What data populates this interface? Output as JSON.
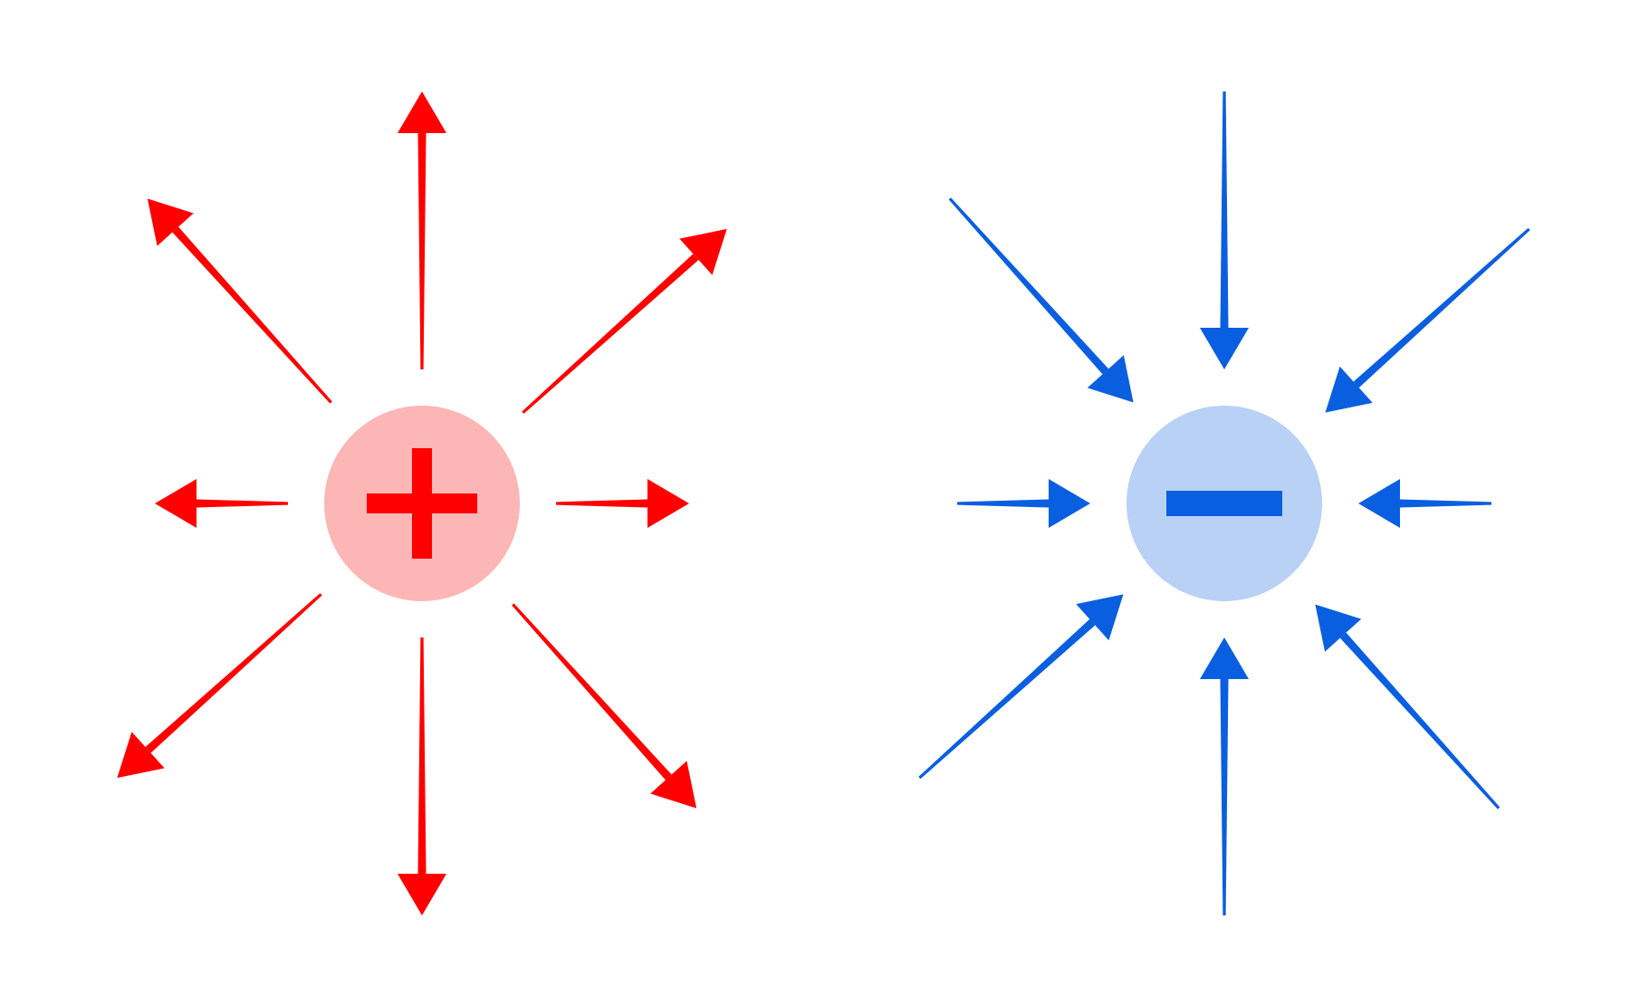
{
  "charges": [
    {
      "id": "positive",
      "sign": "+",
      "fill_color": "#FDB6B6",
      "symbol_color": "#FF0000",
      "arrow_color": "#FF0000",
      "field_direction": "outward",
      "arrow_directions": [
        "up",
        "up-right",
        "right",
        "down-right",
        "down",
        "down-left",
        "left",
        "up-left"
      ]
    },
    {
      "id": "negative",
      "sign": "−",
      "fill_color": "#B8D1F5",
      "symbol_color": "#0A5FE0",
      "arrow_color": "#0A5FE0",
      "field_direction": "inward",
      "arrow_directions": [
        "up",
        "up-right",
        "right",
        "down-right",
        "down",
        "down-left",
        "left",
        "up-left"
      ]
    }
  ],
  "background_color": "#FFFFFF"
}
